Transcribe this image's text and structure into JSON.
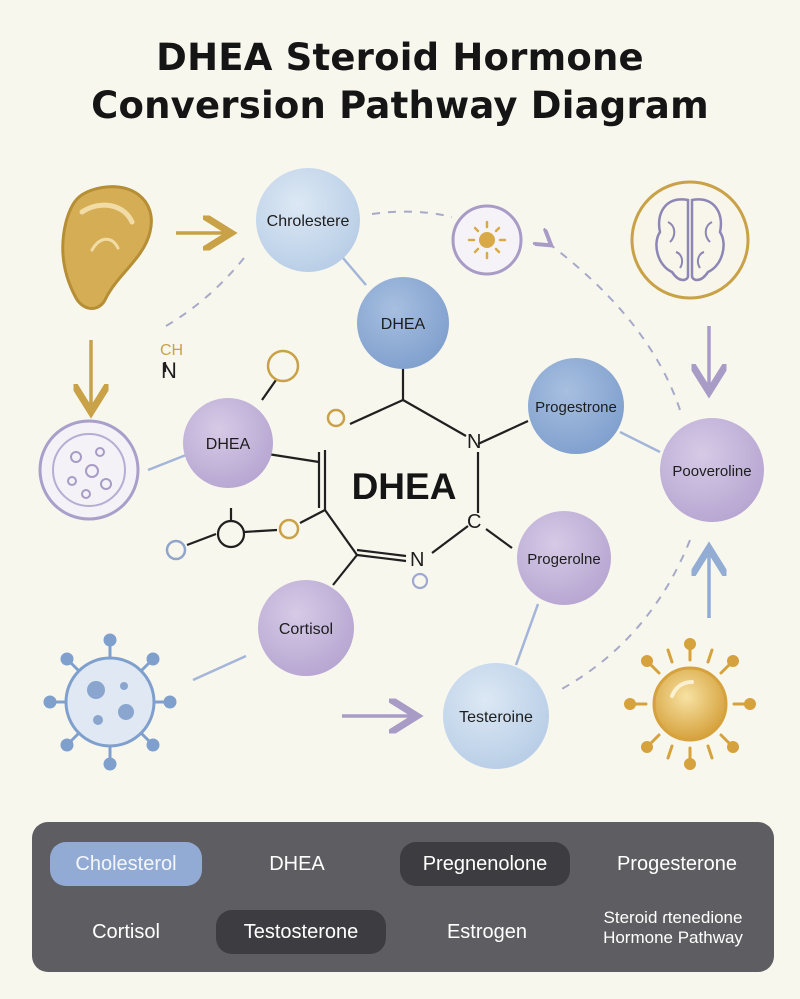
{
  "title": {
    "line1": "DHEA Steroid Hormone",
    "line2": "Conversion Pathway Diagram"
  },
  "nodes": {
    "chrolestere": "Chrolestere",
    "dhea_top": "DHEA",
    "dhea_left": "DHEA",
    "center": "DHEA",
    "progestrone": "Progestrone",
    "poovероline": "Pooveroline",
    "progerolne": "Progerolne",
    "cortisol": "Cortisol",
    "testeroine": "Testeroine"
  },
  "atoms": {
    "ch_top": "CH",
    "n_left": "N",
    "n_right": "N",
    "c_right": "C",
    "n_bottom": "N"
  },
  "icons": [
    "adrenal-gland-icon",
    "cell-icon",
    "sun-icon",
    "brain-icon",
    "virus-icon",
    "sun-burst-icon"
  ],
  "colors": {
    "blue_node": "#bfd4ea",
    "steel_node": "#8aa9d3",
    "purple_node": "#c3b3d8",
    "gold": "#c9a146",
    "blue_arrow": "#92acd3",
    "purple_arrow": "#a89cc7"
  },
  "legend": {
    "row1": [
      "Cholesterol",
      "DHEA",
      "Pregnenolone",
      "Progesterone"
    ],
    "row2": [
      "Cortisol",
      "Testosterone",
      "Estrogen"
    ],
    "row2_last_line1": "Steroid ɾtenedione",
    "row2_last_line2": "Hormone Pathway"
  }
}
